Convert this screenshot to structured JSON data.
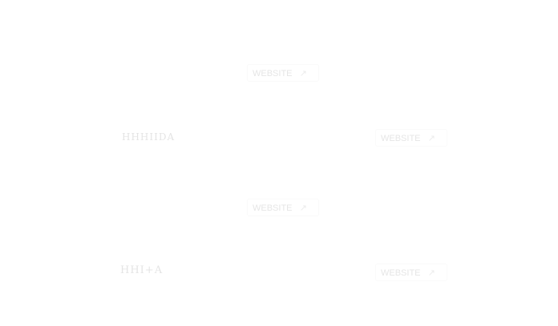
{
  "rows": [
    {
      "logo": "",
      "button_label": "WEBSITE",
      "button_icon": "↗"
    },
    {
      "logo": "HHHIIDA",
      "button_label": "WEBSITE",
      "button_icon": "↗"
    },
    {
      "logo": "",
      "button_label": "WEBSITE",
      "button_icon": "↗"
    },
    {
      "logo": "HHI+A",
      "button_label": "WEBSITE",
      "button_icon": "↗"
    }
  ],
  "colors": {
    "background": "#ffffff",
    "faded_text": "#e8e8e8"
  }
}
